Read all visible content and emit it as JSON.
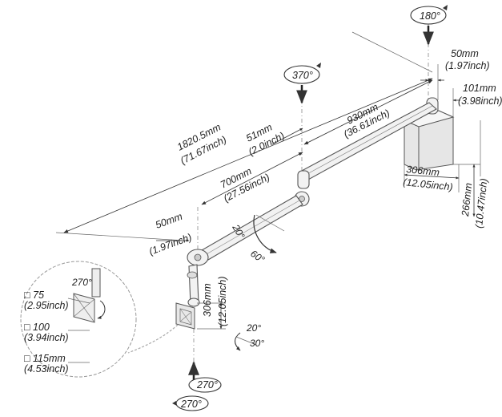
{
  "dimensions": {
    "d_50_top": {
      "mm": "50mm",
      "inch": "(1.97inch)"
    },
    "d_101": {
      "mm": "101mm",
      "inch": "(3.98inch)"
    },
    "d_930": {
      "mm": "930mm",
      "inch": "(36.61inch)"
    },
    "d_1820": {
      "mm": "1820.5mm",
      "inch": "(71.67inch)"
    },
    "d_51": {
      "mm": "51mm",
      "inch": "(2.0inch)"
    },
    "d_700": {
      "mm": "700mm",
      "inch": "(27.56inch)"
    },
    "d_306_base": {
      "mm": "306mm",
      "inch": "(12.05inch)"
    },
    "d_266": {
      "mm": "266mm",
      "inch": "(10.47inch)"
    },
    "d_50_left": {
      "mm": "50mm",
      "inch": "(1.97inch)"
    },
    "d_306_vert": {
      "mm": "306mm",
      "inch": "(12.05inch)"
    }
  },
  "rotations": {
    "r180": "180°",
    "r370": "370°",
    "r270_bottom_top": "270°",
    "r270_bottom_bottom": "270°",
    "r270_detail": "270°"
  },
  "angles": {
    "a20_arm": "20°",
    "a60_arm": "60°",
    "a20_tilt": "20°",
    "a30_tilt": "30°"
  },
  "vesa": [
    {
      "size": "75",
      "inch": "(2.95inch)"
    },
    {
      "size": "100",
      "inch": "(3.94inch)"
    },
    {
      "size": "115mm",
      "inch": "(4.53inch)"
    }
  ]
}
